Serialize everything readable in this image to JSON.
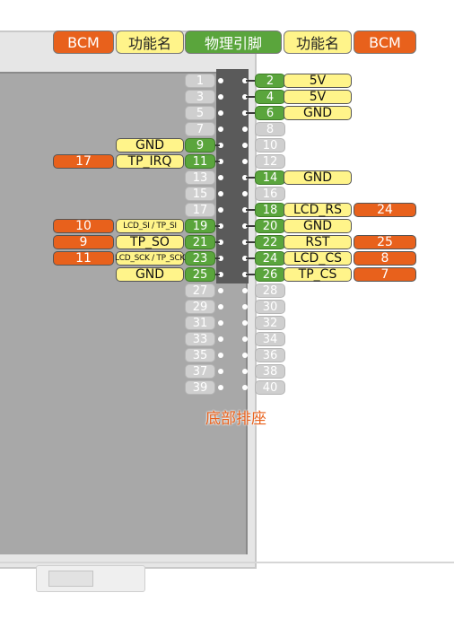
{
  "headers": {
    "bcm_left": "BCM",
    "func_left": "功能名",
    "physical": "物理引脚",
    "func_right": "功能名",
    "bcm_right": "BCM"
  },
  "footer_label": "底部排座",
  "colors": {
    "bcm": "#e8611c",
    "func": "#fff48a",
    "active_pin": "#5aa53c",
    "inactive_pin": "#cfcfcf",
    "header_bar": "#5a5a5a",
    "board": "#a8a8a8"
  },
  "rows": [
    {
      "left_pin": "1",
      "right_pin": "2",
      "right_func": "5V"
    },
    {
      "left_pin": "3",
      "right_pin": "4",
      "right_func": "5V"
    },
    {
      "left_pin": "5",
      "right_pin": "6",
      "right_func": "GND"
    },
    {
      "left_pin": "7",
      "right_pin": "8"
    },
    {
      "left_pin": "9",
      "right_pin": "10",
      "left_func": "GND"
    },
    {
      "left_pin": "11",
      "right_pin": "12",
      "left_func": "TP_IRQ",
      "left_bcm": "17"
    },
    {
      "left_pin": "13",
      "right_pin": "14",
      "right_func": "GND"
    },
    {
      "left_pin": "15",
      "right_pin": "16"
    },
    {
      "left_pin": "17",
      "right_pin": "18",
      "right_func": "LCD_RS",
      "right_bcm": "24"
    },
    {
      "left_pin": "19",
      "right_pin": "20",
      "left_func": "LCD_SI / TP_SI",
      "left_bcm": "10",
      "right_func": "GND"
    },
    {
      "left_pin": "21",
      "right_pin": "22",
      "left_func": "TP_SO",
      "left_bcm": "9",
      "right_func": "RST",
      "right_bcm": "25"
    },
    {
      "left_pin": "23",
      "right_pin": "24",
      "left_func": "LCD_SCK / TP_SCK",
      "left_bcm": "11",
      "right_func": "LCD_CS",
      "right_bcm": "8"
    },
    {
      "left_pin": "25",
      "right_pin": "26",
      "left_func": "GND",
      "right_func": "TP_CS",
      "right_bcm": "7"
    },
    {
      "left_pin": "27",
      "right_pin": "28"
    },
    {
      "left_pin": "29",
      "right_pin": "30"
    },
    {
      "left_pin": "31",
      "right_pin": "32"
    },
    {
      "left_pin": "33",
      "right_pin": "34"
    },
    {
      "left_pin": "35",
      "right_pin": "36"
    },
    {
      "left_pin": "37",
      "right_pin": "38"
    },
    {
      "left_pin": "39",
      "right_pin": "40"
    }
  ]
}
